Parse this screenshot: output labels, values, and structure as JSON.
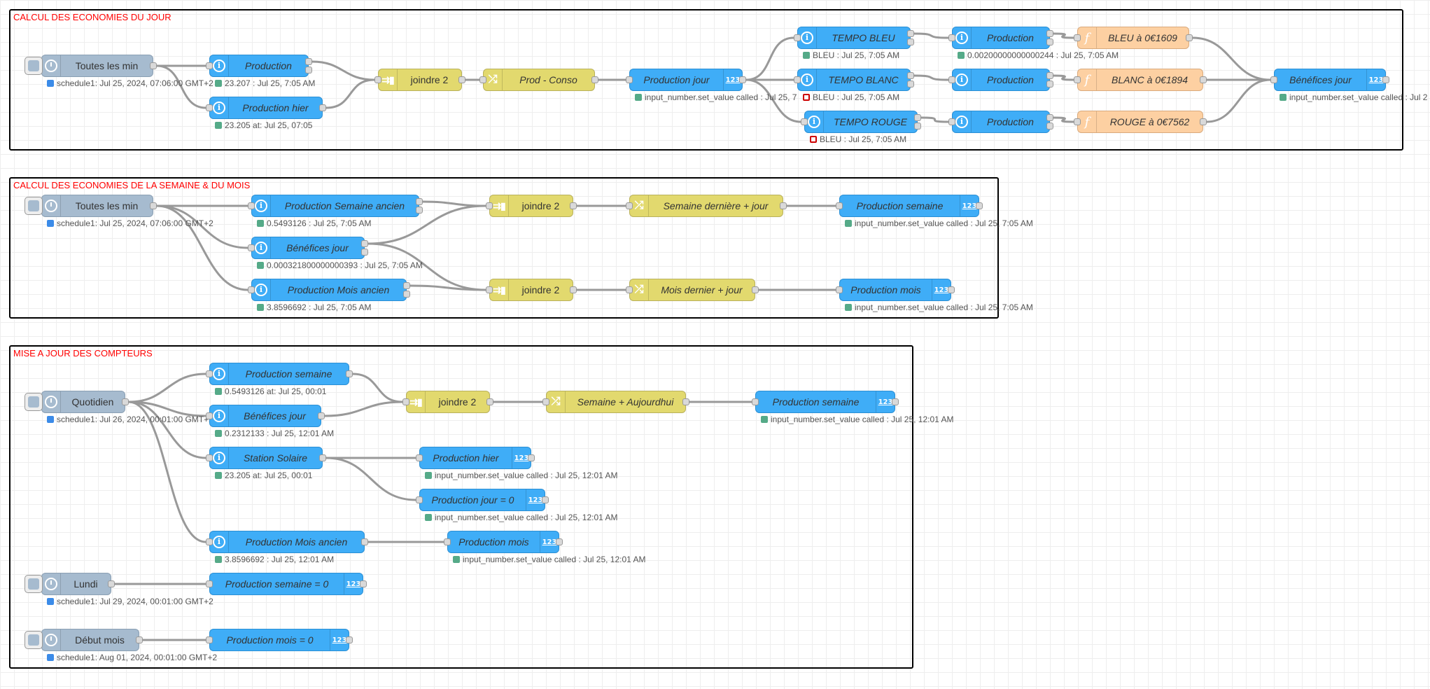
{
  "groups": [
    {
      "id": "g1",
      "label": "CALCUL DES ECONOMIES DU JOUR"
    },
    {
      "id": "g2",
      "label": "CALCUL DES ECONOMIES DE LA SEMAINE & DU MOIS"
    },
    {
      "id": "g3",
      "label": "MISE A JOUR DES COMPTEURS"
    }
  ],
  "nodes": [
    {
      "id": "n1",
      "type": "inject",
      "label": "Toutes les min",
      "status": "schedule1: Jul 25, 2024, 07:06:00 GMT+2",
      "dot": "blue"
    },
    {
      "id": "n2",
      "type": "api",
      "icon": "info",
      "label": "Production",
      "status": "23.207 : Jul 25, 7:05 AM",
      "dot": "green"
    },
    {
      "id": "n3",
      "type": "api",
      "icon": "info",
      "label": "Production hier",
      "status": "23.205 at: Jul 25, 07:05",
      "dot": "green"
    },
    {
      "id": "n4",
      "type": "join",
      "label": "joindre 2"
    },
    {
      "id": "n5",
      "type": "change",
      "label": "Prod - Conso"
    },
    {
      "id": "n6",
      "type": "api",
      "icon": "num",
      "label": "Production jour",
      "status": "input_number.set_value called : Jul 25, 7",
      "dot": "green"
    },
    {
      "id": "n7",
      "type": "api",
      "icon": "info",
      "label": "TEMPO BLEU",
      "status": "BLEU : Jul 25, 7:05 AM",
      "dot": "green"
    },
    {
      "id": "n8",
      "type": "api",
      "icon": "info",
      "label": "TEMPO BLANC",
      "status": "BLEU : Jul 25, 7:05 AM",
      "dot": "ring"
    },
    {
      "id": "n9",
      "type": "api",
      "icon": "info",
      "label": "TEMPO ROUGE",
      "status": "BLEU : Jul 25, 7:05 AM",
      "dot": "ring"
    },
    {
      "id": "n10",
      "type": "api",
      "icon": "info",
      "label": "Production",
      "status": "0.00200000000000244 : Jul 25, 7:05 AM",
      "dot": "green"
    },
    {
      "id": "n11",
      "type": "api",
      "icon": "info",
      "label": "Production"
    },
    {
      "id": "n12",
      "type": "api",
      "icon": "info",
      "label": "Production"
    },
    {
      "id": "n13",
      "type": "function",
      "label": "BLEU à 0€1609"
    },
    {
      "id": "n14",
      "type": "function",
      "label": "BLANC à 0€1894"
    },
    {
      "id": "n15",
      "type": "function",
      "label": "ROUGE à 0€7562"
    },
    {
      "id": "n16",
      "type": "api",
      "icon": "num",
      "label": "Bénéfices jour",
      "status": "input_number.set_value called : Jul 2",
      "dot": "green"
    },
    {
      "id": "m1",
      "type": "inject",
      "label": "Toutes les min",
      "status": "schedule1: Jul 25, 2024, 07:06:00 GMT+2",
      "dot": "blue"
    },
    {
      "id": "m2",
      "type": "api",
      "icon": "info",
      "label": "Production Semaine ancien",
      "status": "0.5493126 : Jul 25, 7:05 AM",
      "dot": "green"
    },
    {
      "id": "m3",
      "type": "api",
      "icon": "info",
      "label": "Bénéfices jour",
      "status": "0.000321800000000393 : Jul 25, 7:05 AM",
      "dot": "green"
    },
    {
      "id": "m4",
      "type": "api",
      "icon": "info",
      "label": "Production Mois ancien",
      "status": "3.8596692 : Jul 25, 7:05 AM",
      "dot": "green"
    },
    {
      "id": "m5",
      "type": "join",
      "label": "joindre 2"
    },
    {
      "id": "m6",
      "type": "join",
      "label": "joindre 2"
    },
    {
      "id": "m7",
      "type": "change",
      "label": "Semaine dernière + jour"
    },
    {
      "id": "m8",
      "type": "change",
      "label": "Mois dernier + jour"
    },
    {
      "id": "m9",
      "type": "api",
      "icon": "num",
      "label": "Production semaine",
      "status": "input_number.set_value called : Jul 25, 7:05 AM",
      "dot": "green"
    },
    {
      "id": "m10",
      "type": "api",
      "icon": "num",
      "label": "Production mois",
      "status": "input_number.set_value called : Jul 25, 7:05 AM",
      "dot": "green"
    },
    {
      "id": "q1",
      "type": "inject",
      "label": "Quotidien",
      "status": "schedule1: Jul 26, 2024, 00:01:00 GMT+2",
      "dot": "blue"
    },
    {
      "id": "q2",
      "type": "api",
      "icon": "info",
      "label": "Production semaine",
      "status": "0.5493126 at: Jul 25, 00:01",
      "dot": "green"
    },
    {
      "id": "q3",
      "type": "api",
      "icon": "info",
      "label": "Bénéfices jour",
      "status": "0.2312133 : Jul 25, 12:01 AM",
      "dot": "green"
    },
    {
      "id": "q4",
      "type": "api",
      "icon": "info",
      "label": "Station Solaire",
      "status": "23.205 at: Jul 25, 00:01",
      "dot": "green"
    },
    {
      "id": "q5",
      "type": "api",
      "icon": "info",
      "label": "Production Mois ancien",
      "status": "3.8596692 : Jul 25, 12:01 AM",
      "dot": "green"
    },
    {
      "id": "q6",
      "type": "join",
      "label": "joindre 2"
    },
    {
      "id": "q7",
      "type": "change",
      "label": "Semaine + Aujourdhui"
    },
    {
      "id": "q8",
      "type": "api",
      "icon": "num",
      "label": "Production semaine",
      "status": "input_number.set_value called : Jul 25, 12:01 AM",
      "dot": "green"
    },
    {
      "id": "q9",
      "type": "api",
      "icon": "num",
      "label": "Production hier",
      "status": "input_number.set_value called : Jul 25, 12:01 AM",
      "dot": "green"
    },
    {
      "id": "q10",
      "type": "api",
      "icon": "num",
      "label": "Production jour = 0",
      "status": "input_number.set_value called : Jul 25, 12:01 AM",
      "dot": "green"
    },
    {
      "id": "q11",
      "type": "api",
      "icon": "num",
      "label": "Production mois",
      "status": "input_number.set_value called : Jul 25, 12:01 AM",
      "dot": "green"
    },
    {
      "id": "q12",
      "type": "inject",
      "label": "Lundi",
      "status": "schedule1: Jul 29, 2024, 00:01:00 GMT+2",
      "dot": "blue"
    },
    {
      "id": "q13",
      "type": "api",
      "icon": "num",
      "label": "Production semaine = 0"
    },
    {
      "id": "q14",
      "type": "inject",
      "label": "Début mois",
      "status": "schedule1: Aug 01, 2024, 00:01:00 GMT+2",
      "dot": "blue"
    },
    {
      "id": "q15",
      "type": "api",
      "icon": "num",
      "label": "Production mois = 0"
    }
  ],
  "colors": {
    "api": "#3fadf7",
    "inject": "#a6bbcf",
    "join": "#e2d96e",
    "function": "#fdd0a2",
    "group_label": "#ff0000",
    "wire": "#999999"
  }
}
